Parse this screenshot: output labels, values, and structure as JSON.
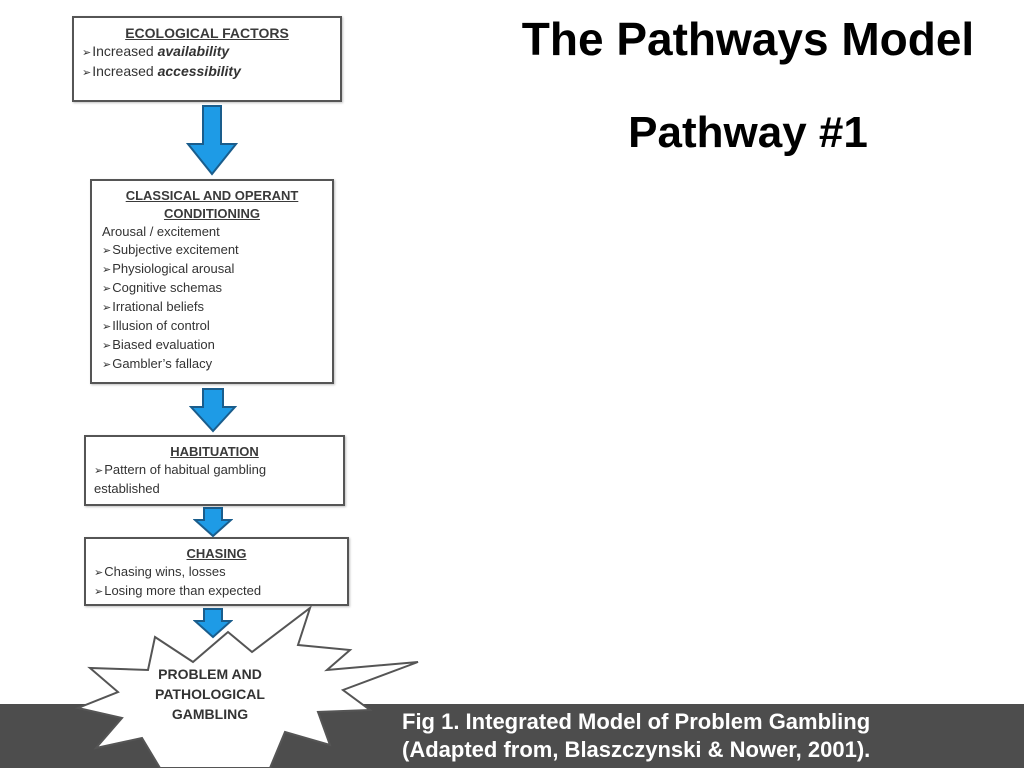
{
  "title": "The Pathways Model",
  "subtitle": "Pathway #1",
  "boxes": {
    "ecological": {
      "heading": "ECOLOGICAL FACTORS",
      "items": [
        {
          "prefix": "Increased ",
          "emph": "availability"
        },
        {
          "prefix": "Increased ",
          "emph": "accessibility"
        }
      ]
    },
    "conditioning": {
      "heading_line1": "CLASSICAL AND OPERANT",
      "heading_line2": "CONDITIONING",
      "intro": "Arousal / excitement",
      "items": [
        "Subjective excitement",
        "Physiological arousal",
        "Cognitive schemas",
        "Irrational beliefs",
        "Illusion of control",
        "Biased evaluation",
        "Gambler’s fallacy"
      ]
    },
    "habituation": {
      "heading": "HABITUATION",
      "items": [
        "Pattern of habitual gambling established"
      ]
    },
    "chasing": {
      "heading": "CHASING",
      "items": [
        "Chasing wins, losses",
        "Losing more than expected"
      ]
    }
  },
  "outcome": {
    "line1": "PROBLEM AND",
    "line2": "PATHOLOGICAL",
    "line3": "GAMBLING"
  },
  "caption": {
    "line1": "Fig 1. Integrated Model of Problem Gambling",
    "line2": "(Adapted from, Blaszczynski & Nower, 2001)."
  },
  "bullet_glyph": "➢",
  "colors": {
    "arrow_fill": "#1e9be6",
    "arrow_stroke": "#1a5d8c",
    "caption_bar": "#4d4d4d"
  }
}
